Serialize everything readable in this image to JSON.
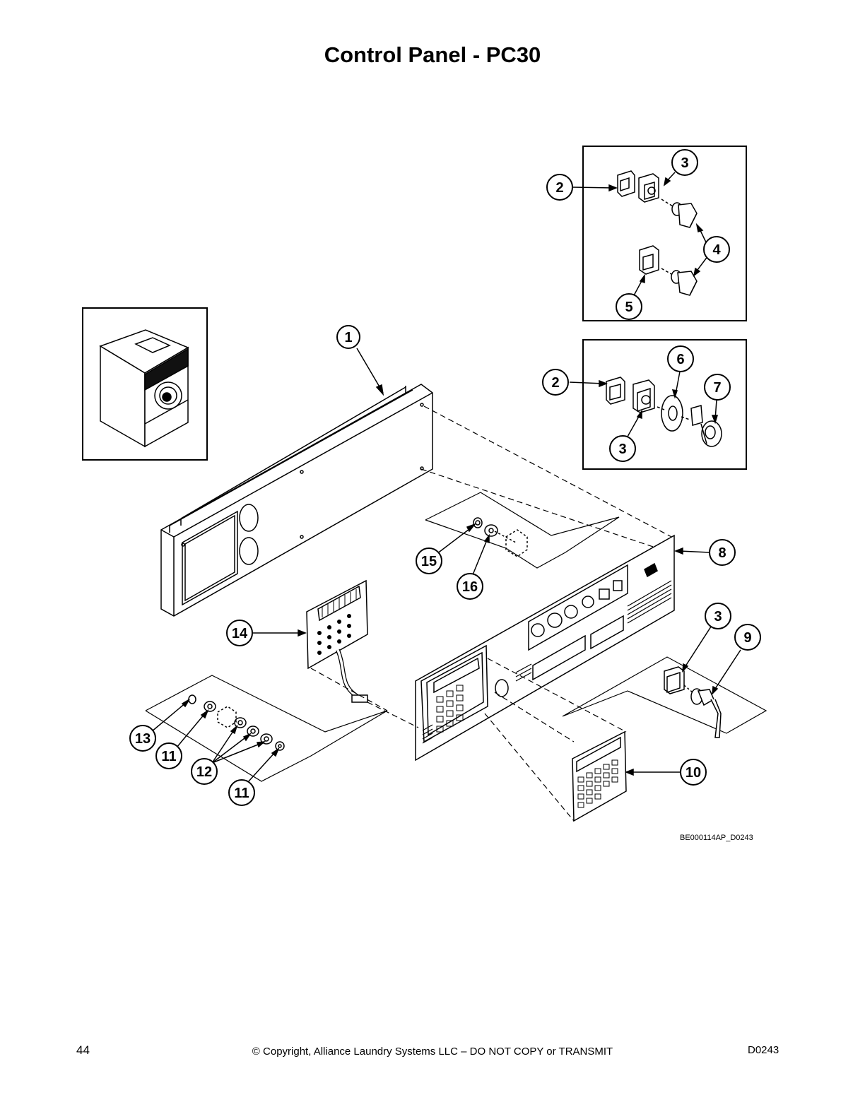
{
  "title": "Control Panel - PC30",
  "drawing_code": "BE000114AP_D0243",
  "footer": {
    "page_number": "44",
    "copyright": "© Copyright, Alliance Laundry Systems LLC – DO NOT COPY or TRANSMIT",
    "doc_code": "D0243"
  },
  "callouts": {
    "c1": "1",
    "c2a": "2",
    "c3a": "3",
    "c4": "4",
    "c5": "5",
    "c2b": "2",
    "c6": "6",
    "c7": "7",
    "c3b": "3",
    "c8": "8",
    "c3c": "3",
    "c9": "9",
    "c10": "10",
    "c14": "14",
    "c15": "15",
    "c16": "16",
    "c13": "13",
    "c11a": "11",
    "c12": "12",
    "c11b": "11"
  }
}
